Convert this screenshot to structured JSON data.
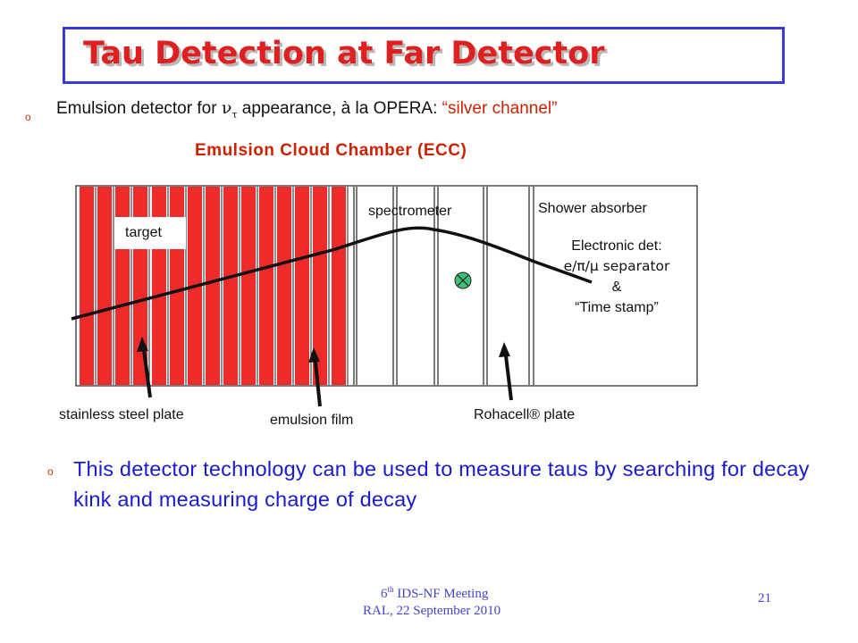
{
  "title": "Tau Detection at Far Detector",
  "intro": {
    "bullet_glyph": "o",
    "text_before": "Emulsion detector for ",
    "nu_symbol": "ν",
    "tau_subscript": "τ",
    "text_mid": " appearance, à la OPERA: ",
    "text_red": "“silver channel”"
  },
  "diagram": {
    "title": "Emulsion Cloud Chamber (ECC)",
    "target_label": "target",
    "spectrometer_label": "spectrometer",
    "shower_absorber_label": "Shower absorber",
    "electronic_det_lines": [
      "Electronic det:",
      "e/π/μ  separator",
      "&",
      "“Time stamp”"
    ],
    "stainless_label": "stainless steel plate",
    "emulsion_label": "emulsion film",
    "rohacell_label": "Rohacell® plate",
    "crossed_marker_icon": "crossed-circle-icon",
    "plate_color": "#ee2b2b",
    "marker_color": "#3fbf74"
  },
  "paragraph": {
    "bullet_glyph": "o",
    "text": "This detector technology can be used to measure taus by searching for decay kink and measuring charge of decay"
  },
  "footer": {
    "line1_prefix": "6",
    "line1_sup": "th",
    "line1_rest": " IDS-NF Meeting",
    "line2": "RAL, 22 September 2010",
    "page_number": "21"
  }
}
